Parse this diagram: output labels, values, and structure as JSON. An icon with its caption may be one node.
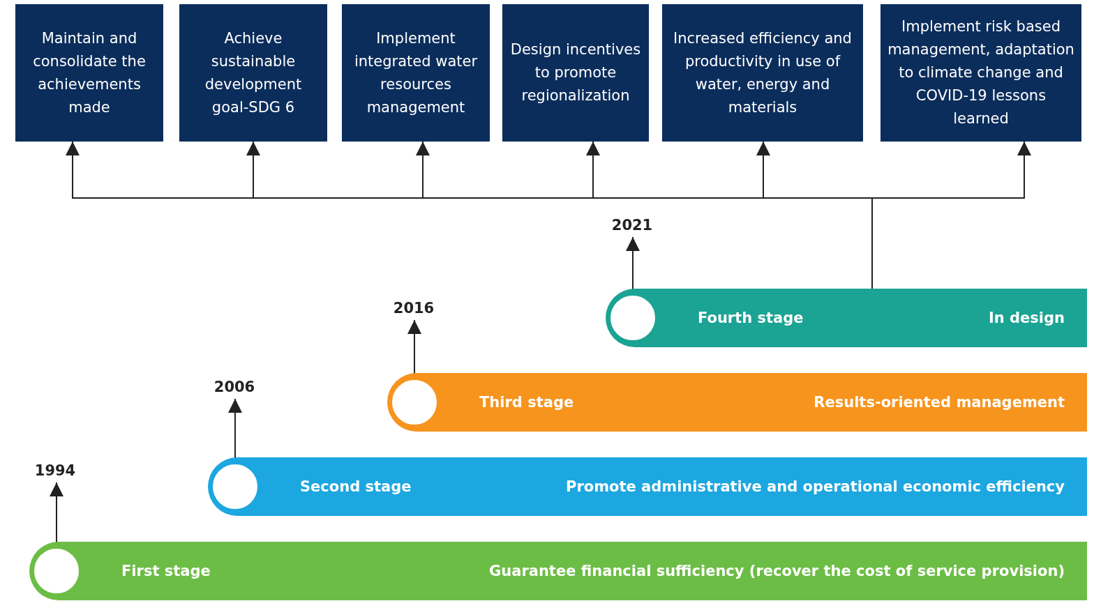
{
  "diagram": {
    "nodes": [
      {
        "text": [
          "Maintain and consolidate the achievements made"
        ]
      },
      {
        "text": [
          "Achieve sustainable development goal-SDG 6"
        ]
      },
      {
        "text": [
          "Implement integrated water resources management"
        ]
      },
      {
        "text": [
          "Design incentives to promote regionalization"
        ]
      },
      {
        "text": [
          "Increased efficiency and productivity in use of water, energy and materials"
        ]
      },
      {
        "text": [
          "Implement risk based management, adaptation to climate change and COVID-19 lessons learned"
        ]
      },
      {
        "text": [
          "2021"
        ]
      },
      {
        "text": [
          "Fourth stage",
          "In design"
        ]
      },
      {
        "text": [],
        "shape": "circle",
        "in": 7
      },
      {
        "text": [
          "2016"
        ]
      },
      {
        "text": [
          "Third stage",
          "Results-oriented management"
        ]
      },
      {
        "text": [],
        "shape": "circle",
        "in": 10
      },
      {
        "text": [
          "2006"
        ]
      },
      {
        "text": [
          "Second stage",
          "Promote administrative and operational economic efficiency"
        ]
      },
      {
        "text": [],
        "shape": "circle",
        "in": 13
      },
      {
        "text": [
          "1994"
        ]
      },
      {
        "text": [
          "First stage",
          "Guarantee financial sufficiency (recover the cost of service provision)"
        ]
      },
      {
        "text": [],
        "shape": "circle",
        "in": 16
      }
    ],
    "edges": [
      {
        "from": 7,
        "to": 0,
        "arrow": "to"
      },
      {
        "from": 7,
        "to": 1,
        "arrow": "to"
      },
      {
        "from": 7,
        "to": 2,
        "arrow": "to"
      },
      {
        "from": 7,
        "to": 3,
        "arrow": "to"
      },
      {
        "from": 7,
        "to": 4,
        "arrow": "to"
      },
      {
        "from": 7,
        "to": 5,
        "arrow": "to"
      },
      {
        "from": 8,
        "to": 6,
        "arrow": "to"
      },
      {
        "from": 11,
        "to": 9,
        "arrow": "to"
      },
      {
        "from": 14,
        "to": 12,
        "arrow": "to"
      },
      {
        "from": 17,
        "to": 15,
        "arrow": "to"
      }
    ]
  }
}
